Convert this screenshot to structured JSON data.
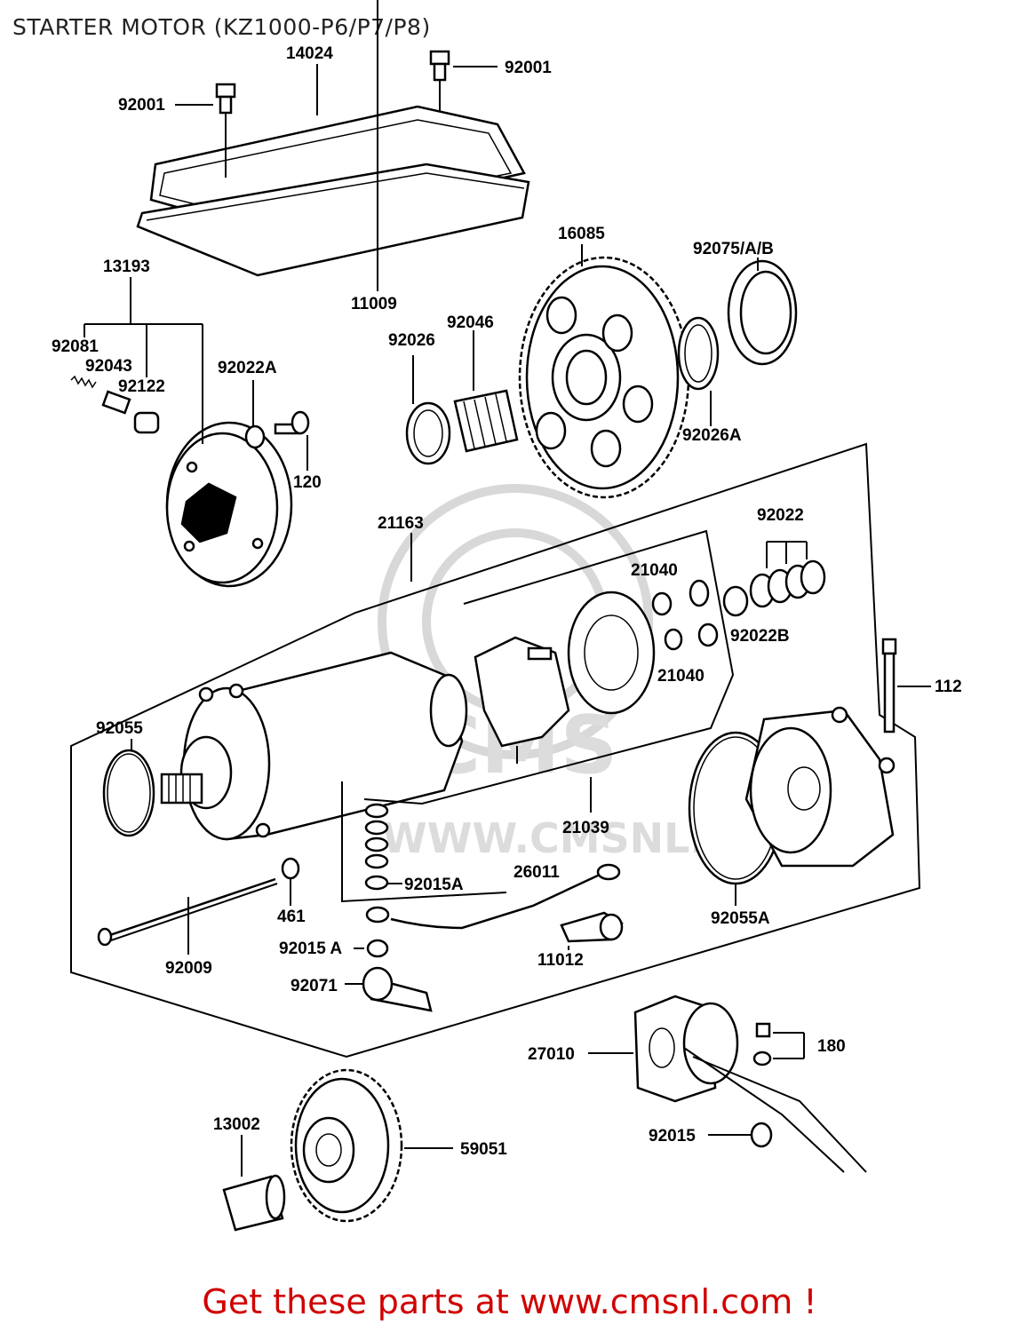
{
  "page": {
    "title": "STARTER MOTOR (KZ1000-P6/P7/P8)"
  },
  "footer": {
    "text": "Get these parts at www.cmsnl.com !"
  },
  "watermark": {
    "text": "WWW.CMSNL.COM",
    "logo": "CMS"
  },
  "labels": {
    "p14024": "14024",
    "p92001a": "92001",
    "p92001b": "92001",
    "p11009": "11009",
    "p13193": "13193",
    "p92081": "92081",
    "p92043": "92043",
    "p92122": "92122",
    "p92022A": "92022A",
    "p120": "120",
    "p16085": "16085",
    "p92075": "92075/A/B",
    "p92026": "92026",
    "p92046": "92046",
    "p92026A": "92026A",
    "p21163": "21163",
    "p92022": "92022",
    "p21040a": "21040",
    "p21040b": "21040",
    "p92022B": "92022B",
    "p112": "112",
    "p92055": "92055",
    "p21039": "21039",
    "p92015Aa": "92015A",
    "p26011": "26011",
    "p461": "461",
    "p92009": "92009",
    "p92015Ab": "92015 A",
    "p11012": "11012",
    "p92071": "92071",
    "p92055A": "92055A",
    "p27010": "27010",
    "p180": "180",
    "p92015": "92015",
    "p13002": "13002",
    "p59051": "59051"
  }
}
